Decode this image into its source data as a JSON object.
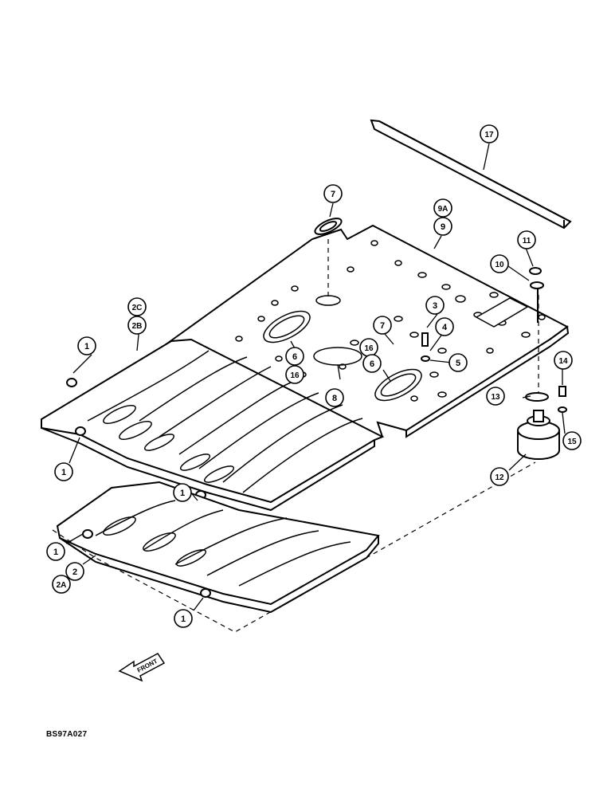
{
  "diagram": {
    "reference_code": "BS97A027",
    "direction_label": "FRONT",
    "callouts": [
      {
        "id": "c17",
        "text": "17"
      },
      {
        "id": "c7a",
        "text": "7"
      },
      {
        "id": "c9a",
        "text": "9A"
      },
      {
        "id": "c9",
        "text": "9"
      },
      {
        "id": "c11",
        "text": "11"
      },
      {
        "id": "c10",
        "text": "10"
      },
      {
        "id": "c2c",
        "text": "2C"
      },
      {
        "id": "c2b",
        "text": "2B"
      },
      {
        "id": "c3",
        "text": "3"
      },
      {
        "id": "c4",
        "text": "4"
      },
      {
        "id": "c5",
        "text": "5"
      },
      {
        "id": "c7b",
        "text": "7"
      },
      {
        "id": "c16a",
        "text": "16"
      },
      {
        "id": "c6b",
        "text": "6"
      },
      {
        "id": "c6a",
        "text": "6"
      },
      {
        "id": "c16b",
        "text": "16"
      },
      {
        "id": "c8",
        "text": "8"
      },
      {
        "id": "c1a",
        "text": "1"
      },
      {
        "id": "c1b",
        "text": "1"
      },
      {
        "id": "c1c",
        "text": "1"
      },
      {
        "id": "c1d",
        "text": "1"
      },
      {
        "id": "c1e",
        "text": "1"
      },
      {
        "id": "c2",
        "text": "2"
      },
      {
        "id": "c2a",
        "text": "2A"
      },
      {
        "id": "c14",
        "text": "14"
      },
      {
        "id": "c13",
        "text": "13"
      },
      {
        "id": "c15",
        "text": "15"
      },
      {
        "id": "c12",
        "text": "12"
      }
    ]
  }
}
